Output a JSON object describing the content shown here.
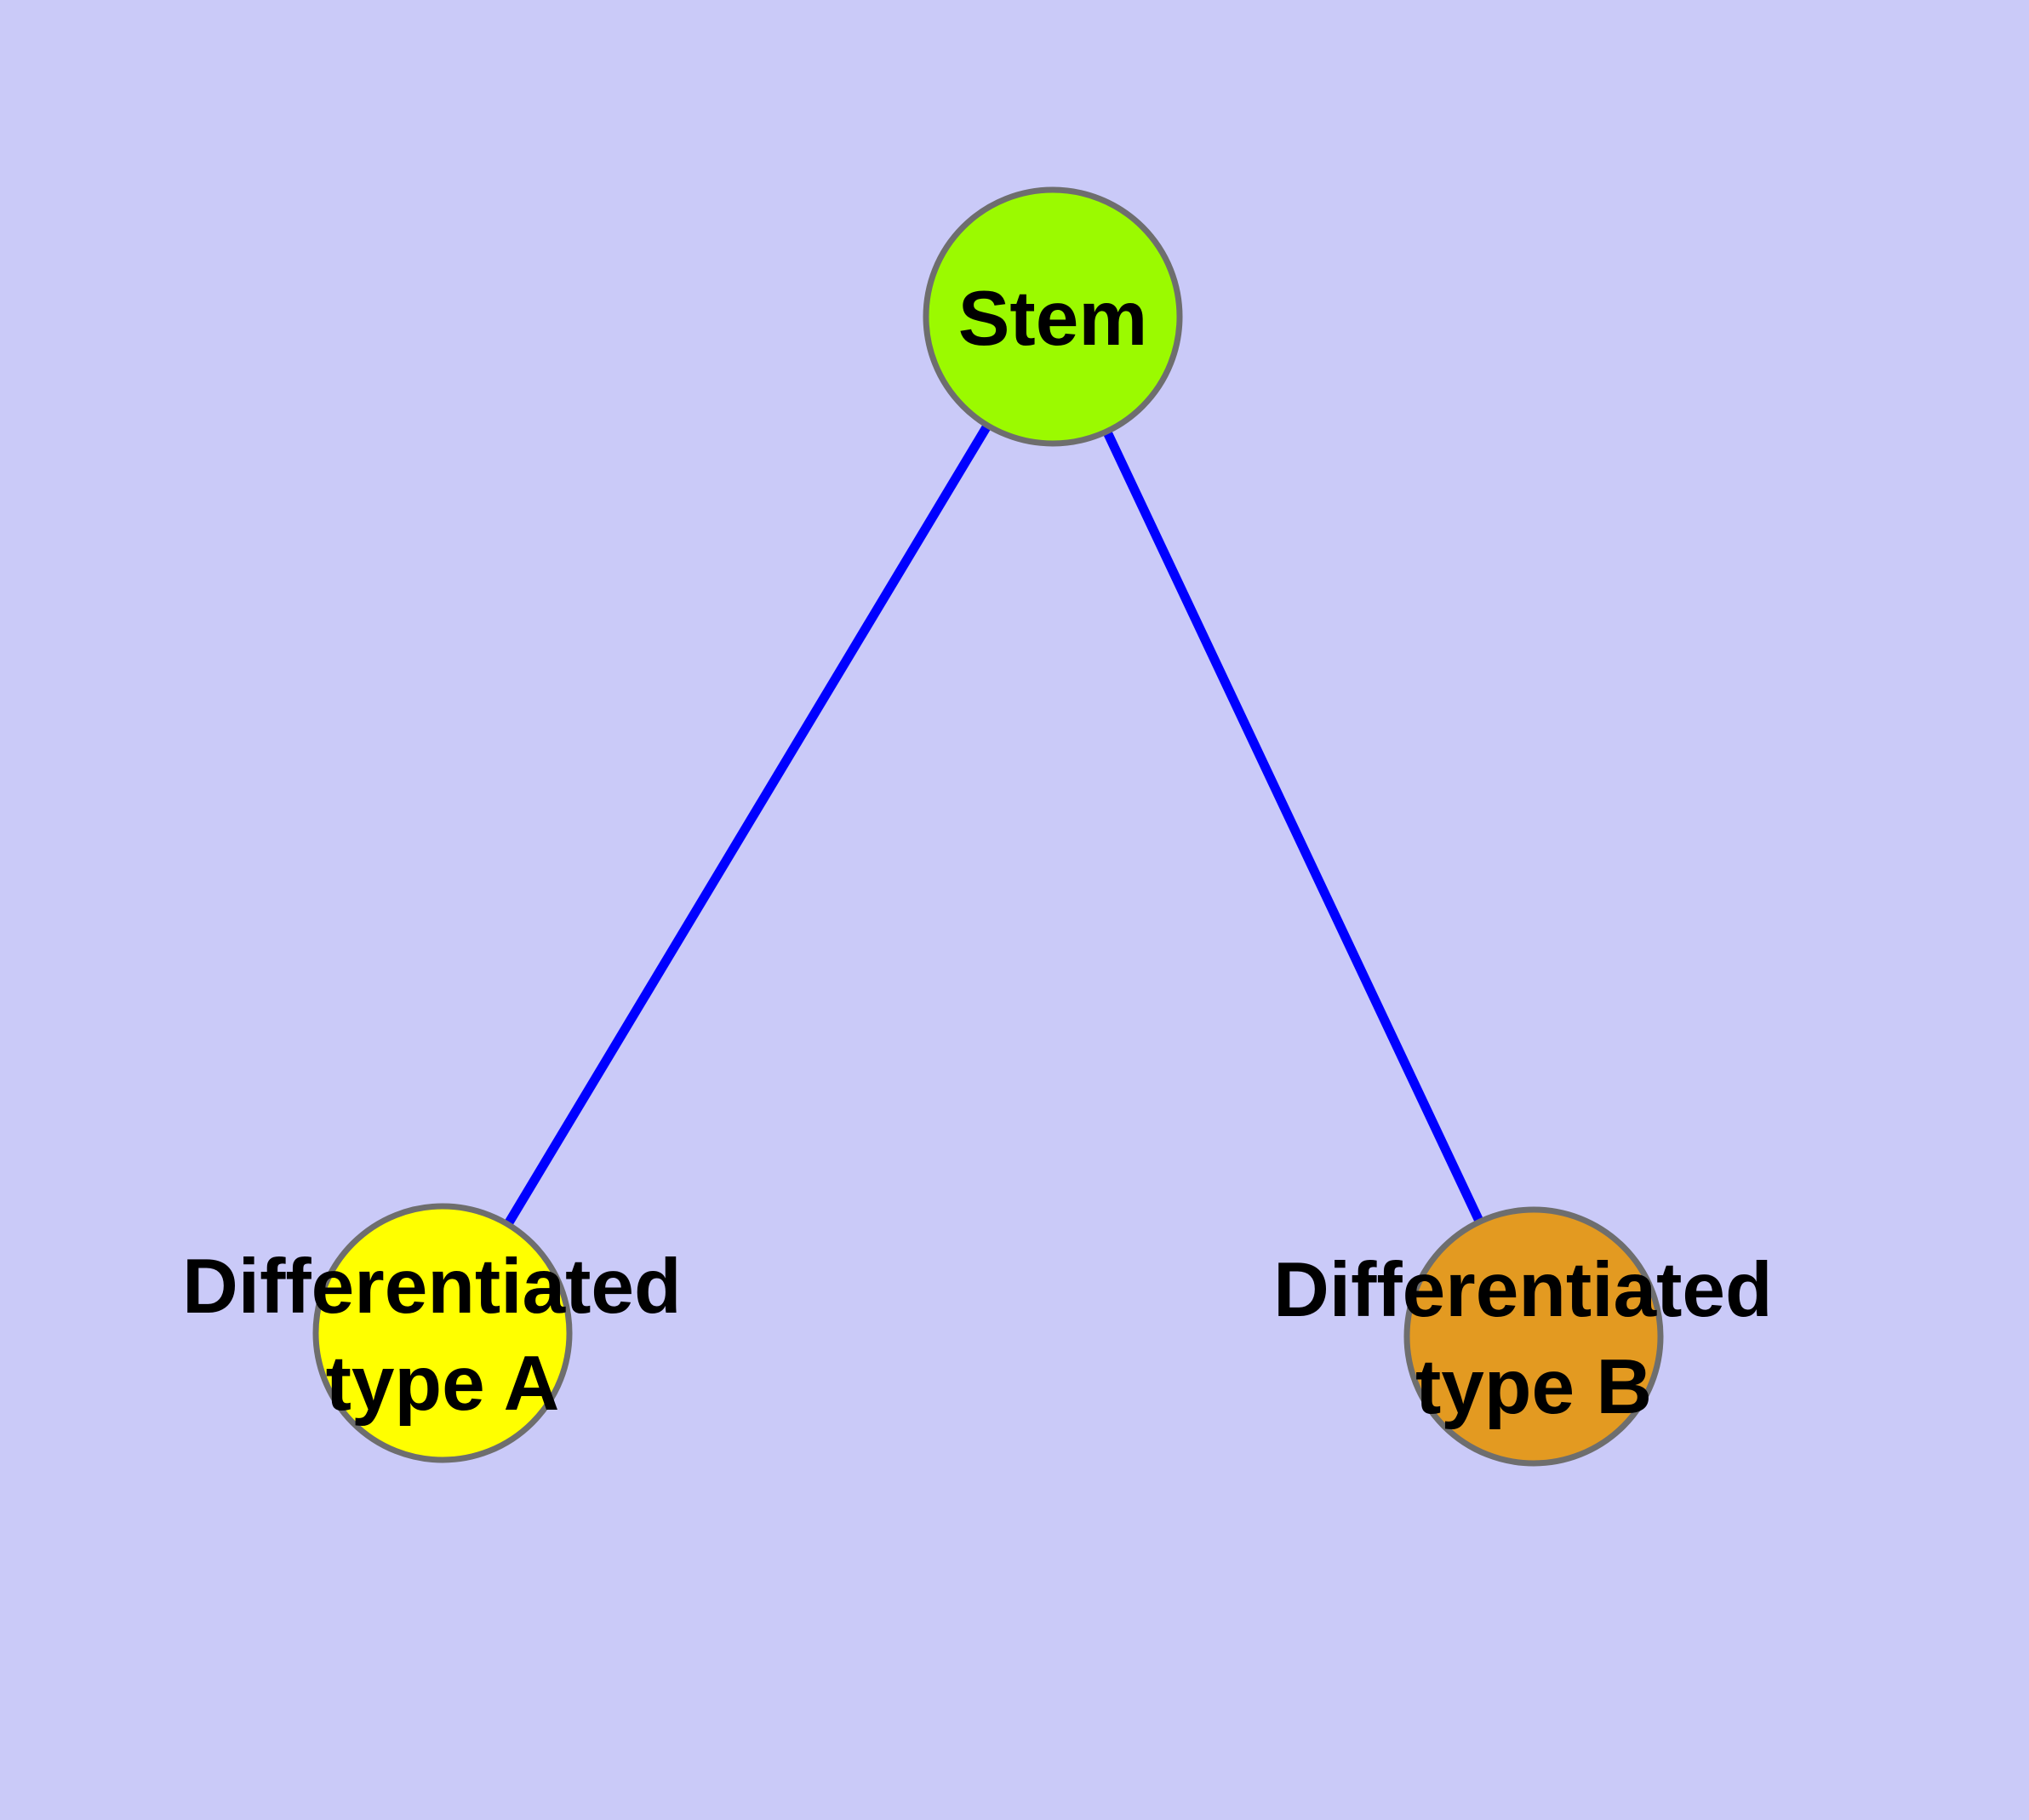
{
  "colors": {
    "background": "#CACAF8",
    "edge": "#0000FF",
    "node_border": "#6E6E6E",
    "label_text": "#000000"
  },
  "nodes": {
    "stem": {
      "label": "Stem",
      "fill": "#9BFA00"
    },
    "type_a": {
      "label_line1": "Differentiated",
      "label_line2": "type A",
      "fill": "#FFFF00"
    },
    "type_b": {
      "label_line1": "Differentiated",
      "label_line2": "type B",
      "fill": "#E39A21"
    }
  },
  "edges": [
    {
      "from": "Stem",
      "to": "Differentiated type A"
    },
    {
      "from": "Stem",
      "to": "Differentiated type B"
    }
  ]
}
